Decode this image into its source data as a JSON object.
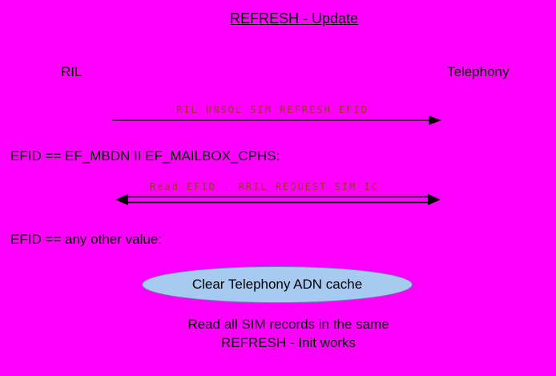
{
  "diagram": {
    "title": "REFRESH - Update",
    "actors": {
      "left": "RIL",
      "right": "Telephony"
    },
    "message1": {
      "label": "RIL_UNSOL_SIM_REFRESH EFID",
      "direction": "right"
    },
    "condition1": "EFID == EF_MBDN II EF_MAILBOX_CPHS:",
    "message2": {
      "label": "Read EFID - RRIL_REQUEST_SIM_IC",
      "direction": "both"
    },
    "condition2": "EFID == any other value:",
    "ellipse": {
      "label": "Clear Telephony ADN cache"
    },
    "note": {
      "line1": "Read all SIM records in the same",
      "line2": "REFRESH - Init works"
    }
  },
  "colors": {
    "background": "#FF00FF",
    "text": "#000000",
    "arrow": "#000000",
    "arrow_label": "#993333",
    "ellipse_fill": "#A6CAF0",
    "ellipse_stroke": "#5B85B5"
  }
}
